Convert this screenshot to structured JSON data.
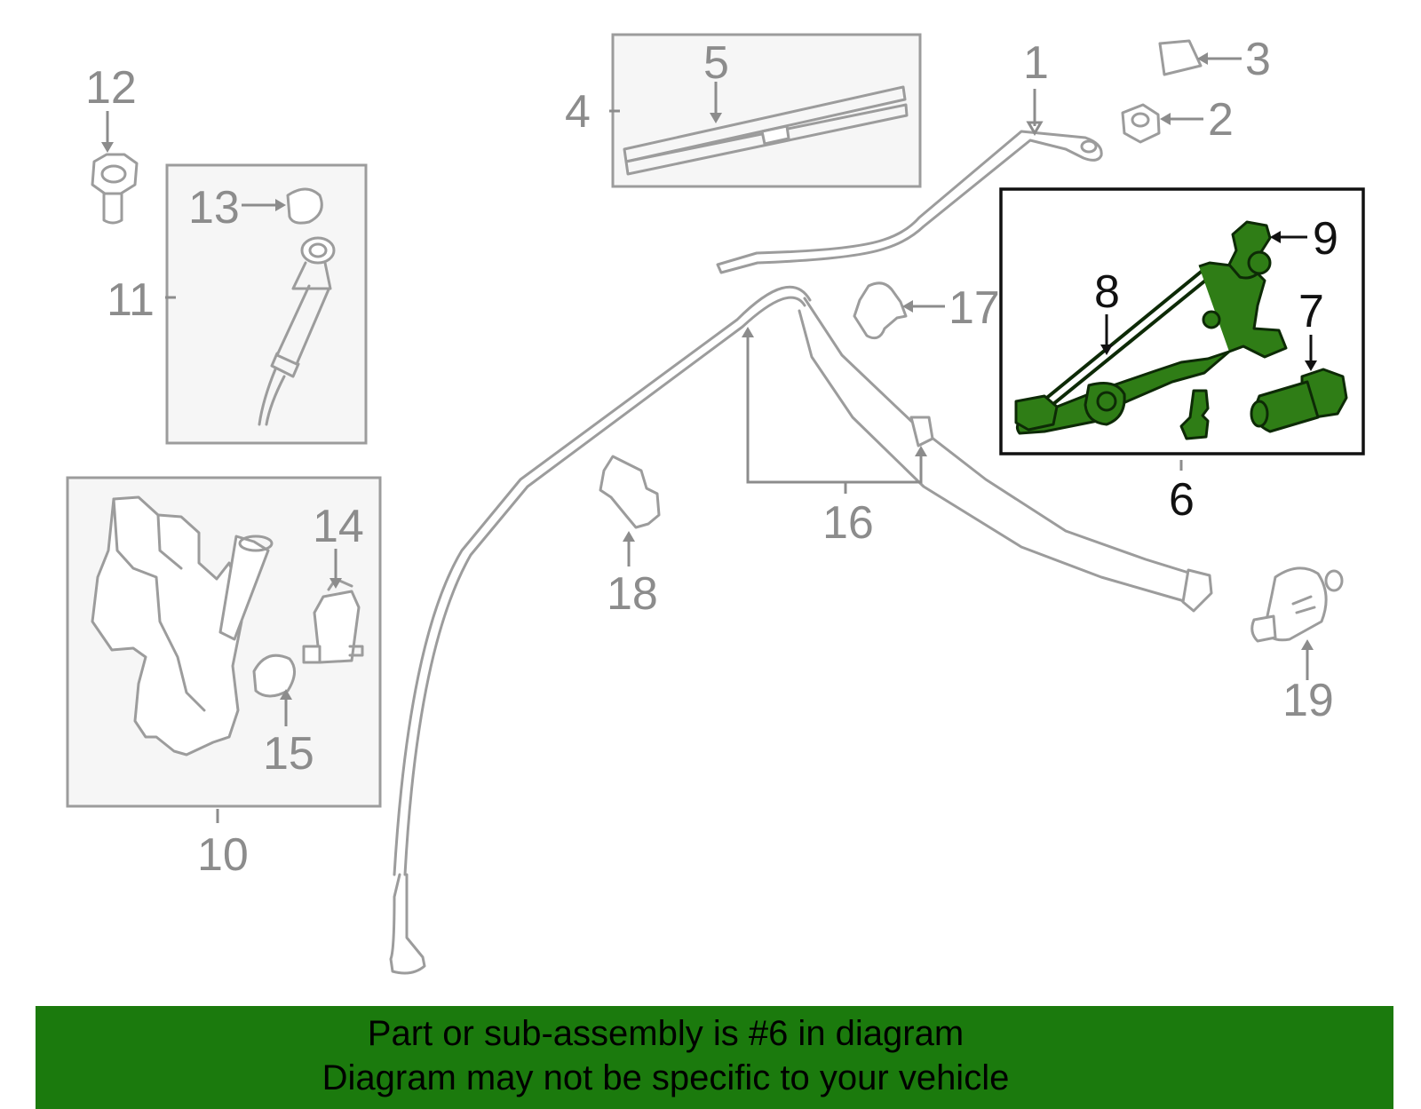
{
  "callouts": {
    "c1": "1",
    "c2": "2",
    "c3": "3",
    "c4": "4",
    "c5": "5",
    "c6": "6",
    "c7": "7",
    "c8": "8",
    "c9": "9",
    "c10": "10",
    "c11": "11",
    "c12": "12",
    "c13": "13",
    "c14": "14",
    "c15": "15",
    "c16": "16",
    "c17": "17",
    "c18": "18",
    "c19": "19"
  },
  "banner": {
    "line1": "Part or sub-assembly is #6 in diagram",
    "line2": "Diagram may not be specific to your vehicle"
  },
  "colors": {
    "highlight": "#2f7d16",
    "banner": "#1b7a0d",
    "part_stroke": "#9c9c9c"
  }
}
